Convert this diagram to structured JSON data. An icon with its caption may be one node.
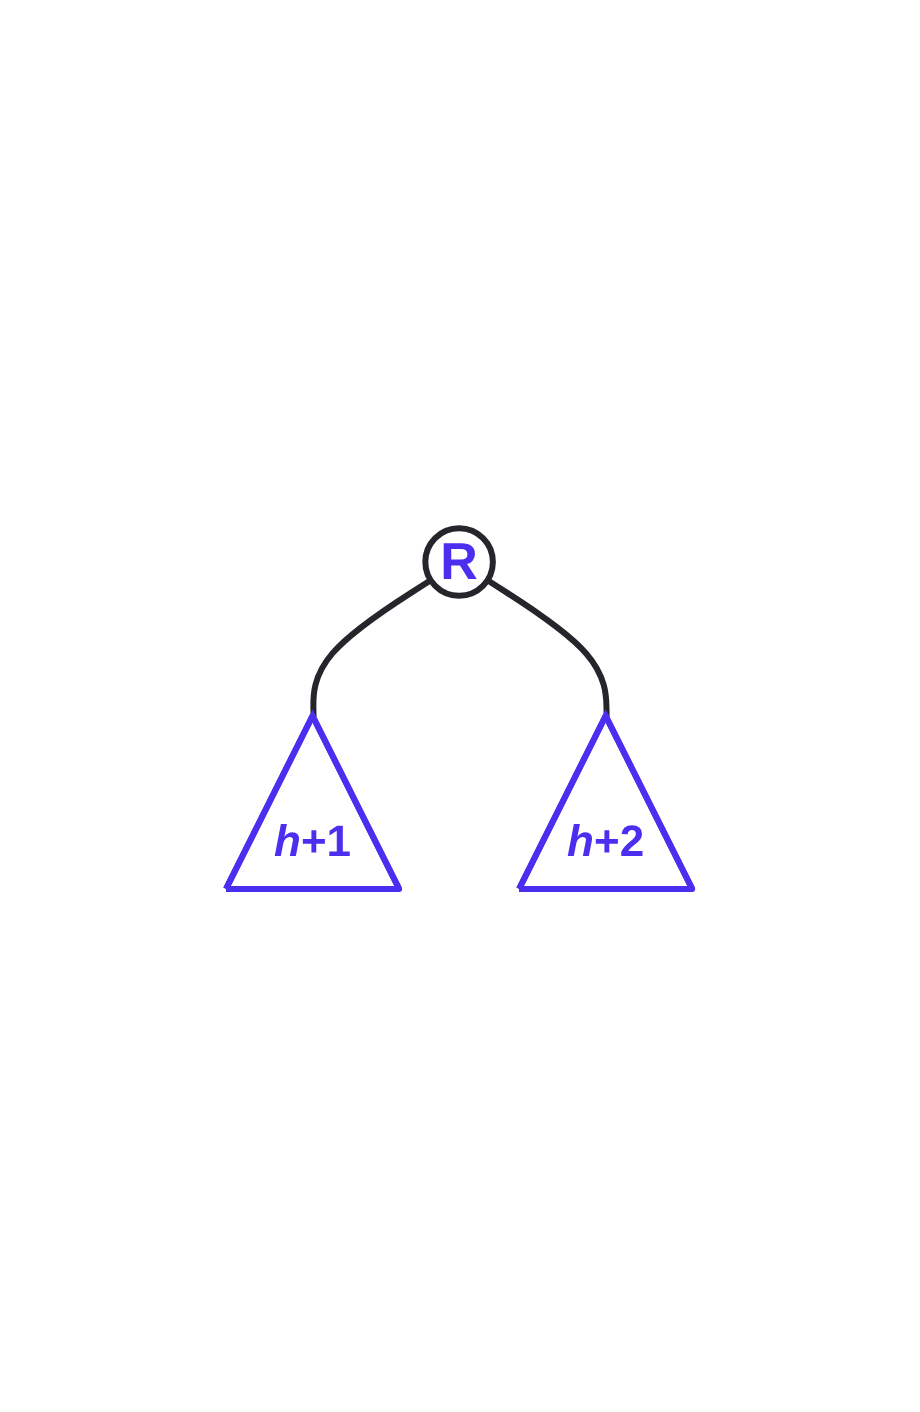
{
  "diagram": {
    "nodes": [
      {
        "text": [
          "R"
        ]
      },
      {
        "text": [
          "*h*+1"
        ]
      },
      {
        "text": [
          "*h*+2"
        ]
      }
    ],
    "edges": [
      {
        "from": 0,
        "to": 1,
        "arrow": "none"
      },
      {
        "from": 0,
        "to": 2,
        "arrow": "none"
      }
    ]
  }
}
